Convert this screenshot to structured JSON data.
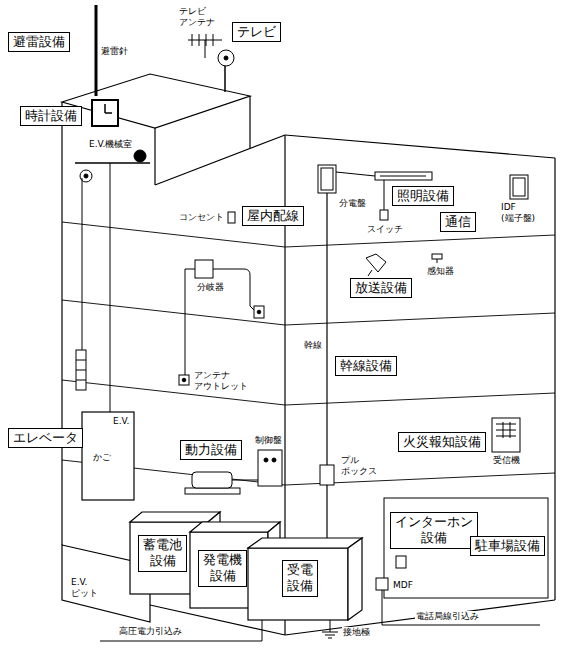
{
  "diagram": {
    "nodes": [
      {
        "text": [
          "避雷設備"
        ]
      },
      {
        "text": [
          "テレビ"
        ]
      },
      {
        "text": [
          "時計設備"
        ]
      },
      {
        "text": [
          "照明設備"
        ]
      },
      {
        "text": [
          "屋内配線"
        ]
      },
      {
        "text": [
          "通信"
        ]
      },
      {
        "text": [
          "放送設備"
        ]
      },
      {
        "text": [
          "幹線設備"
        ]
      },
      {
        "text": [
          "エレベータ"
        ]
      },
      {
        "text": [
          "動力設備"
        ]
      },
      {
        "text": [
          "火災報知設備"
        ]
      },
      {
        "text": [
          "インターホン 設備"
        ]
      },
      {
        "text": [
          "駐車場設備"
        ]
      },
      {
        "text": [
          "蓄電池 設備"
        ]
      },
      {
        "text": [
          "発電機 設備"
        ]
      },
      {
        "text": [
          "受電 設備"
        ]
      }
    ],
    "labels": [
      "避雷針",
      "テレビ アンテナ",
      "E.V.機械室",
      "分電盤",
      "コンセント",
      "スイッチ",
      "IDF (端子盤)",
      "感知器",
      "分岐器",
      "幹線",
      "アンテナ アウトレット",
      "制御盤",
      "E.V.",
      "かご",
      "プル ボックス",
      "受信機",
      "MDF",
      "E.V. ピット",
      "高圧電力引込み",
      "接地極",
      "電話局線引込み"
    ]
  }
}
